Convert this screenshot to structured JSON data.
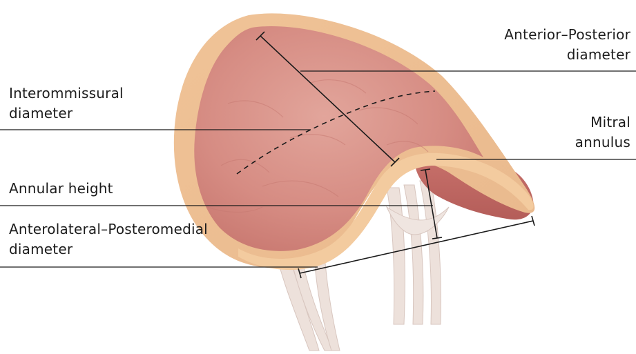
{
  "labels": {
    "anterior_posterior": {
      "line1": "Anterior–Posterior",
      "line2": "diameter"
    },
    "intercommissural": {
      "line1": "Interommissural",
      "line2": "diameter"
    },
    "mitral_annulus": {
      "line1": "Mitral",
      "line2": "annulus"
    },
    "annular_height": {
      "line1": "Annular height"
    },
    "anterolateral_posteromedial": {
      "line1": "Anterolateral–Posteromedial",
      "line2": "diameter"
    }
  },
  "colors": {
    "annulus_ring": "#f2c89b",
    "leaflet_surface": "#d98c84",
    "leaflet_shadow": "#c4716b",
    "chordae": "#efe3dd",
    "leader_line": "#1a1a1a"
  }
}
